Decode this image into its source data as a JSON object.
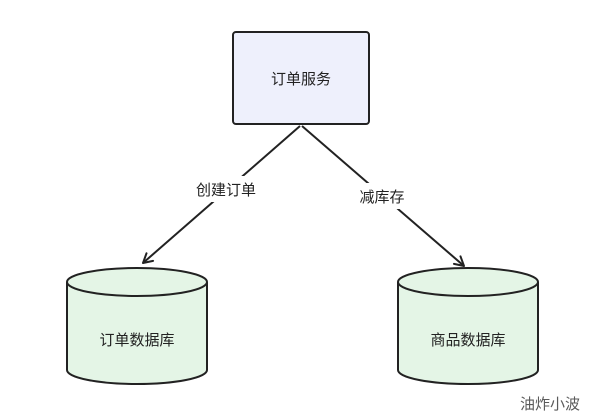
{
  "nodes": {
    "order_service": "订单服务",
    "order_db": "订单数据库",
    "product_db": "商品数据库"
  },
  "edges": {
    "create_order": "创建订单",
    "reduce_stock": "减库存"
  },
  "watermark": "油炸小波",
  "colors": {
    "service_fill": "#eef0fc",
    "db_fill": "#e4f5e6",
    "stroke": "#222222"
  }
}
